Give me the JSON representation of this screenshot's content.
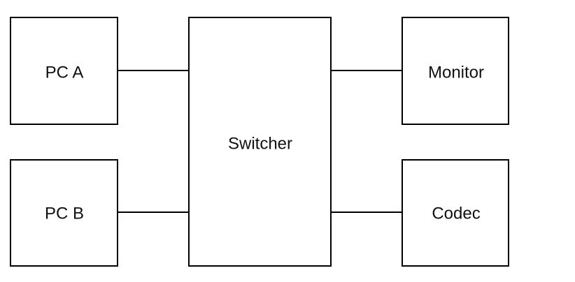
{
  "diagram": {
    "nodes": {
      "pc_a": {
        "label": "PC A"
      },
      "pc_b": {
        "label": "PC B"
      },
      "switcher": {
        "label": "Switcher"
      },
      "monitor": {
        "label": "Monitor"
      },
      "codec": {
        "label": "Codec"
      }
    },
    "edges": [
      {
        "from": "pc_a",
        "to": "switcher"
      },
      {
        "from": "pc_b",
        "to": "switcher"
      },
      {
        "from": "switcher",
        "to": "monitor"
      },
      {
        "from": "switcher",
        "to": "codec"
      }
    ],
    "colors": {
      "stroke": "#000000",
      "fill": "#ffffff",
      "text": "#111111"
    }
  }
}
